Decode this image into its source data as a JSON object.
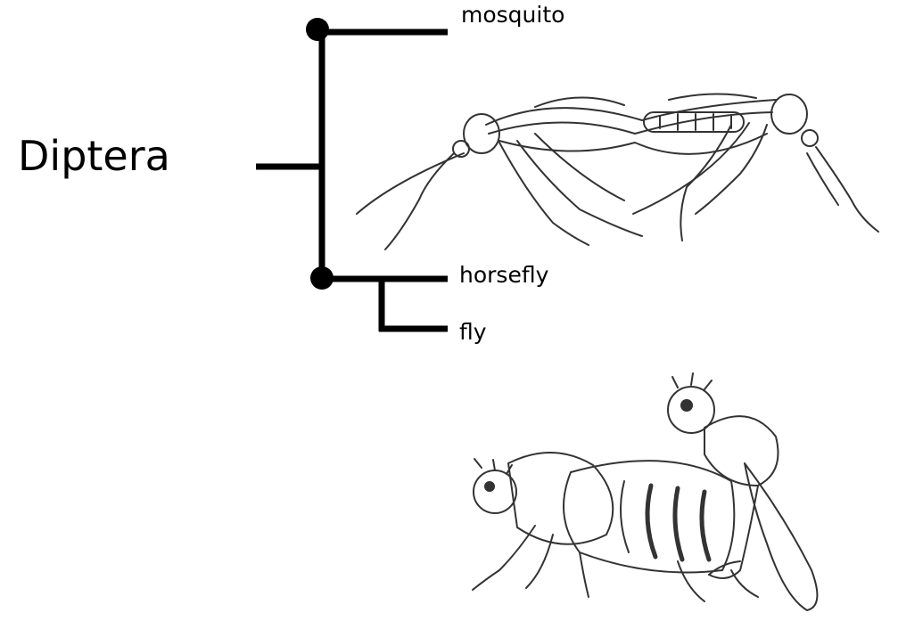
{
  "diagram": {
    "type": "phylogenetic-tree",
    "root_label": "Diptera",
    "leaves": [
      "mosquito",
      "horsefly",
      "fly"
    ],
    "clades": [
      {
        "members": [
          "mosquito",
          "horsefly",
          "fly"
        ],
        "node_marker": "filled-circle"
      },
      {
        "members": [
          "horsefly",
          "fly"
        ],
        "node_marker": "filled-circle"
      },
      {
        "members": [
          "horsefly",
          "fly"
        ],
        "node_marker": "none"
      }
    ],
    "illustrations": [
      "mating-mosquitoes-drawing",
      "mating-flies-drawing"
    ]
  },
  "colors": {
    "line": "#000000",
    "background": "#ffffff",
    "sketch": "#333333"
  }
}
